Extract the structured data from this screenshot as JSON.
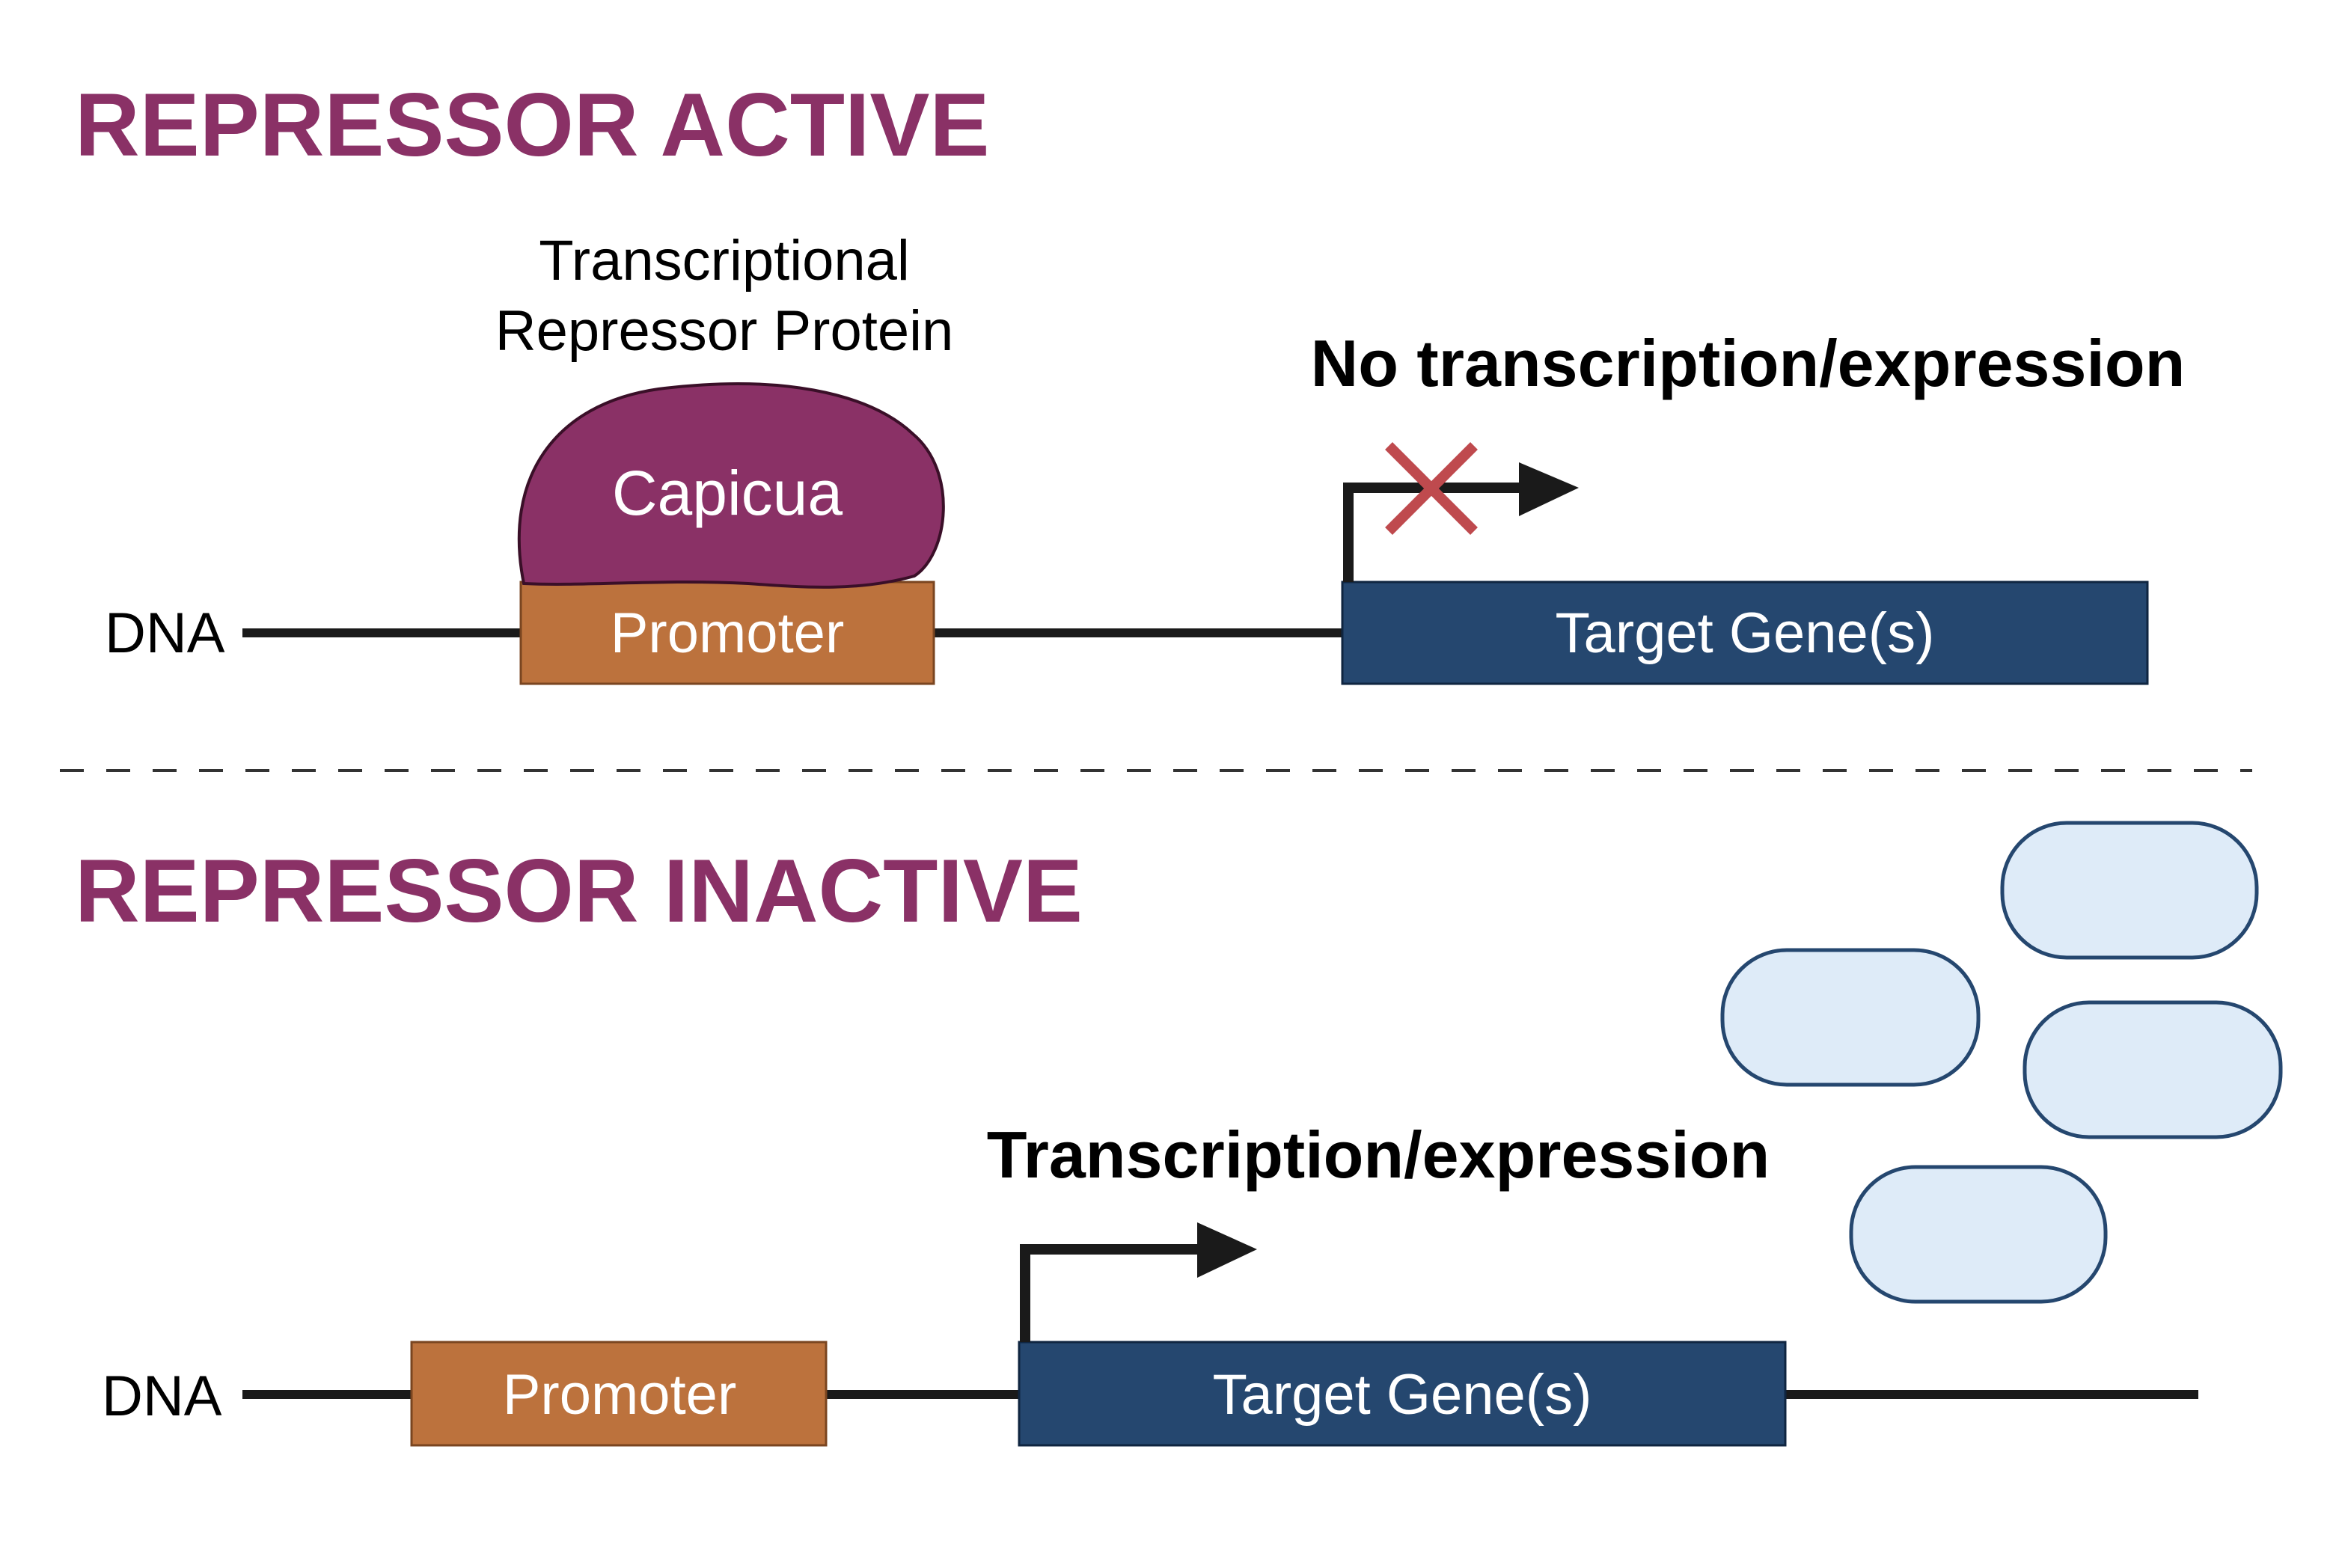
{
  "colors": {
    "title": "#8a3166",
    "promoter": "#bc723d",
    "gene": "#25476f",
    "capicua": "#8a3166",
    "x_mark": "#bf4a4e",
    "product_fill": "#deebf8",
    "product_stroke": "#25476f",
    "line": "#1a1a1a"
  },
  "active": {
    "title": "REPRESSOR ACTIVE",
    "dna_label": "DNA",
    "repressor_caption_line1": "Transcriptional",
    "repressor_caption_line2": "Repressor Protein",
    "repressor_name": "Capicua",
    "promoter_label": "Promoter",
    "gene_label": "Target Gene(s)",
    "status": "No transcription/expression"
  },
  "inactive": {
    "title": "REPRESSOR INACTIVE",
    "dna_label": "DNA",
    "promoter_label": "Promoter",
    "gene_label": "Target Gene(s)",
    "status": "Transcription/expression"
  },
  "icons": {
    "blocked": "x-mark-icon",
    "start_site": "transcription-arrow-icon",
    "product": "protein-product-icon"
  }
}
